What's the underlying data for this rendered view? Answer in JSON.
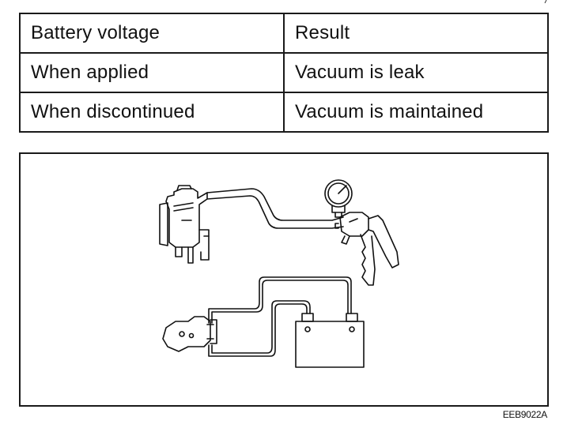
{
  "table": {
    "headers": [
      "Battery voltage",
      "Result"
    ],
    "rows": [
      [
        "When applied",
        "Vacuum is leak"
      ],
      [
        "When discontinued",
        "Vacuum is maintained"
      ]
    ]
  },
  "figure": {
    "code": "EEB9022A"
  }
}
